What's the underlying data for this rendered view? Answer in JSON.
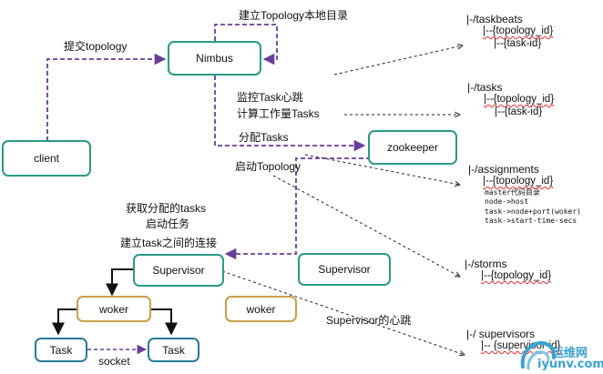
{
  "nodes": {
    "client": "client",
    "nimbus": "Nimbus",
    "zookeeper": "zookeeper",
    "supervisor_main": "Supervisor",
    "supervisor_other": "Supervisor",
    "woker_main": "woker",
    "woker_other": "woker",
    "task_left": "Task",
    "task_right": "Task"
  },
  "labels": {
    "build_local_dir": "建立Topology本地目录",
    "submit_topology": "提交topology",
    "monitor_heartbeat": "监控Task心跳",
    "compute_workload": "计算工作量Tasks",
    "assign_tasks": "分配Tasks",
    "start_topology": "启动Topology",
    "get_assigned_tasks": "获取分配的tasks",
    "start_tasks": "启动任务",
    "build_connections": "建立task之间的连接",
    "supervisor_heartbeat": "Supervisor的心跳",
    "socket": "socket"
  },
  "trees": {
    "taskbeats": {
      "root": "|-/taskbeats",
      "children": [
        "|--{topology_id}",
        "|--{task-id}"
      ]
    },
    "tasks": {
      "root": "|-/tasks",
      "children": [
        "|--{topology_id}",
        "|--{task-id}"
      ]
    },
    "assignments": {
      "root": "|-/assignments",
      "children": [
        "|--{topology_id}"
      ],
      "details": [
        "master代码目录",
        "node->host",
        "task->node+port(woker)",
        "task->start-time-secs"
      ]
    },
    "storms": {
      "root": "|-/storms",
      "children": [
        "|--{topology_id}"
      ]
    },
    "supervisors": {
      "root": "|-/ supervisors",
      "children": [
        "|-- {supervisor-id}"
      ]
    }
  },
  "watermark": {
    "text": "运维网",
    "url_text": "iyunv.com"
  },
  "colors": {
    "node_border": "#2a9a8a",
    "woker_border": "#c8a046",
    "task_border": "#2a7a9a",
    "dashed_purple": "#6a3d9a",
    "watermark": "#3aa2cf"
  }
}
